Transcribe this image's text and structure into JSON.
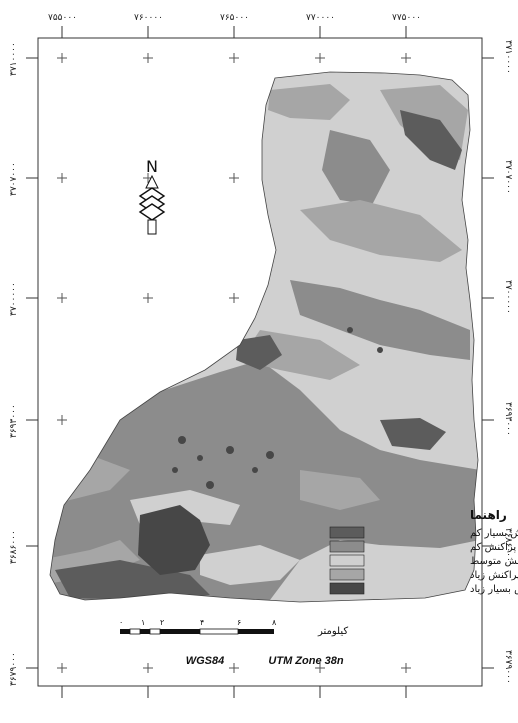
{
  "map": {
    "colors": {
      "very_low": "#5c5c5c",
      "low": "#8c8c8c",
      "medium": "#d0d0d0",
      "high": "#a6a6a6",
      "very_high": "#474747"
    },
    "grid": {
      "x_labels": [
        "۷۵۵۰۰۰",
        "۷۶۰۰۰۰",
        "۷۶۵۰۰۰",
        "۷۷۰۰۰۰",
        "۷۷۵۰۰۰"
      ],
      "y_labels": [
        "۳۷۱۰۰۰۰",
        "۳۷۰۷۰۰۰",
        "۳۷۰۰۰۰۰",
        "۳۶۹۳۰۰۰",
        "۳۶۸۶۰۰۰",
        "۳۶۷۹۰۰۰"
      ]
    },
    "north_arrow": {
      "label": "N"
    },
    "legend": {
      "title": "راهنما",
      "items": [
        {
          "label": "پراکنش بسیار کم",
          "color": "#5c5c5c"
        },
        {
          "label": "پراکنش کم",
          "color": "#8c8c8c"
        },
        {
          "label": "پراکنش متوسط",
          "color": "#d0d0d0"
        },
        {
          "label": "پراکنش زیاد",
          "color": "#a6a6a6"
        },
        {
          "label": "پراکنش بسیار زیاد",
          "color": "#474747"
        }
      ]
    },
    "scale_bar": {
      "unit": "کیلومتر",
      "ticks": [
        "۰",
        "۱",
        "۲",
        "۴",
        "۶",
        "۸"
      ]
    },
    "projection": {
      "datum": "WGS84",
      "zone": "UTM Zone 38n"
    }
  }
}
